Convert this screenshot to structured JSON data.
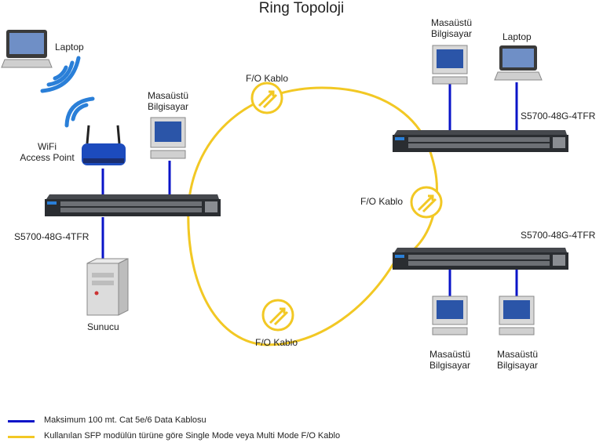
{
  "title": "Ring Topoloji",
  "colors": {
    "data_cable": "#0a14c8",
    "fiber_cable": "#f2c824",
    "switch_body": "#2a2d31"
  },
  "nodes": {
    "laptop_left": "Laptop",
    "desktop_left_line1": "Masaüstü",
    "desktop_left_line2": "Bilgisayar",
    "wifi_line1": "WiFi",
    "wifi_line2": "Access Point",
    "switch_left": "S5700-48G-4TFR",
    "server": "Sunucu",
    "desktop_top_line1": "Masaüstü",
    "desktop_top_line2": "Bilgisayar",
    "laptop_top": "Laptop",
    "switch_top_right": "S5700-48G-4TFR",
    "switch_bottom_right": "S5700-48G-4TFR",
    "desktop_br1_line1": "Masaüstü",
    "desktop_br1_line2": "Bilgisayar",
    "desktop_br2_line1": "Masaüstü",
    "desktop_br2_line2": "Bilgisayar"
  },
  "fiber_labels": {
    "top": "F/O Kablo",
    "right": "F/O Kablo",
    "bottom": "F/O Kablo"
  },
  "legend": {
    "data_cable": "Maksimum 100 mt. Cat 5e/6 Data Kablosu",
    "fiber_cable": "Kullanılan SFP modülün türüne göre Single Mode veya Multi Mode F/O Kablo"
  }
}
